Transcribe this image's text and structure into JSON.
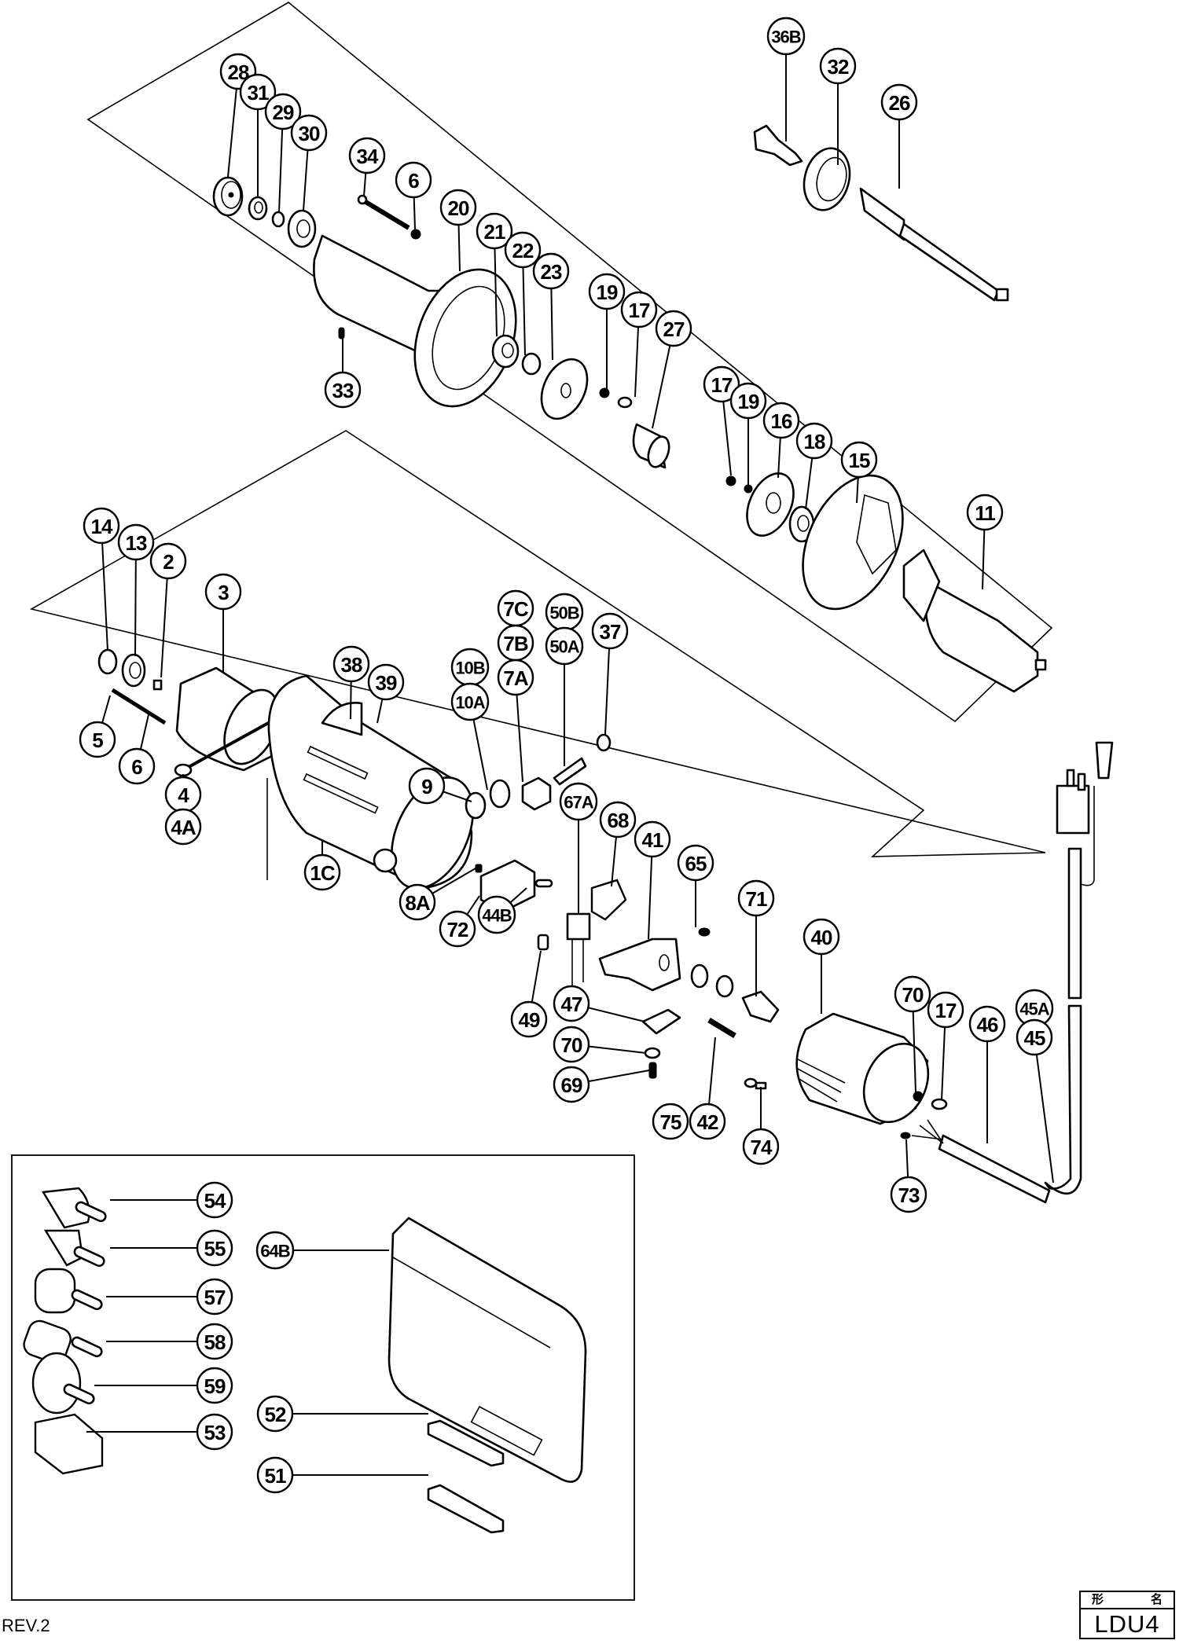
{
  "document": {
    "type": "exploded parts diagram",
    "revision": "REV.2",
    "model_box": {
      "header_left": "形",
      "header_right": "名",
      "model": "LDU4"
    }
  },
  "callouts": [
    {
      "id": "28"
    },
    {
      "id": "31"
    },
    {
      "id": "29"
    },
    {
      "id": "30"
    },
    {
      "id": "34"
    },
    {
      "id": "6",
      "key": "6a"
    },
    {
      "id": "20"
    },
    {
      "id": "21"
    },
    {
      "id": "22"
    },
    {
      "id": "23"
    },
    {
      "id": "33"
    },
    {
      "id": "36B"
    },
    {
      "id": "32"
    },
    {
      "id": "26"
    },
    {
      "id": "19",
      "key": "19a"
    },
    {
      "id": "17",
      "key": "17a"
    },
    {
      "id": "27"
    },
    {
      "id": "17",
      "key": "17b"
    },
    {
      "id": "19",
      "key": "19b"
    },
    {
      "id": "16"
    },
    {
      "id": "18"
    },
    {
      "id": "15"
    },
    {
      "id": "11"
    },
    {
      "id": "14"
    },
    {
      "id": "13"
    },
    {
      "id": "2"
    },
    {
      "id": "3"
    },
    {
      "id": "5"
    },
    {
      "id": "6",
      "key": "6b"
    },
    {
      "id": "4"
    },
    {
      "id": "4A"
    },
    {
      "id": "38"
    },
    {
      "id": "39"
    },
    {
      "id": "1C"
    },
    {
      "id": "9"
    },
    {
      "id": "10B"
    },
    {
      "id": "10A"
    },
    {
      "id": "7C"
    },
    {
      "id": "7B"
    },
    {
      "id": "7A"
    },
    {
      "id": "50B"
    },
    {
      "id": "50A"
    },
    {
      "id": "37"
    },
    {
      "id": "8A"
    },
    {
      "id": "72"
    },
    {
      "id": "44B"
    },
    {
      "id": "67A"
    },
    {
      "id": "68"
    },
    {
      "id": "41"
    },
    {
      "id": "65"
    },
    {
      "id": "71"
    },
    {
      "id": "40"
    },
    {
      "id": "49"
    },
    {
      "id": "47"
    },
    {
      "id": "70",
      "key": "70a"
    },
    {
      "id": "69"
    },
    {
      "id": "75"
    },
    {
      "id": "42"
    },
    {
      "id": "74"
    },
    {
      "id": "70",
      "key": "70b"
    },
    {
      "id": "17",
      "key": "17c"
    },
    {
      "id": "46"
    },
    {
      "id": "45A"
    },
    {
      "id": "45"
    },
    {
      "id": "73"
    },
    {
      "id": "54"
    },
    {
      "id": "55"
    },
    {
      "id": "57"
    },
    {
      "id": "58"
    },
    {
      "id": "59"
    },
    {
      "id": "53"
    },
    {
      "id": "64B"
    },
    {
      "id": "52"
    },
    {
      "id": "51"
    }
  ],
  "groups": {
    "front_gear_assembly": [
      "28",
      "31",
      "29",
      "30",
      "34",
      "6",
      "20",
      "21",
      "22",
      "23",
      "33",
      "36B",
      "32",
      "26",
      "19",
      "17",
      "27"
    ],
    "armature_assembly": [
      "17",
      "19",
      "16",
      "18",
      "15",
      "11"
    ],
    "motor_housing_assembly": [
      "14",
      "13",
      "2",
      "3",
      "5",
      "6",
      "4",
      "4A",
      "38",
      "39",
      "1C",
      "9",
      "10B",
      "10A",
      "7C",
      "7B",
      "7A",
      "50B",
      "50A",
      "37"
    ],
    "switch_and_tail": [
      "8A",
      "72",
      "44B",
      "67A",
      "68",
      "41",
      "65",
      "71",
      "40",
      "49",
      "47",
      "70",
      "69",
      "75",
      "42",
      "74",
      "17",
      "46",
      "45A",
      "45",
      "73"
    ],
    "accessories": [
      "54",
      "55",
      "57",
      "58",
      "59",
      "53",
      "64B",
      "52",
      "51"
    ]
  }
}
